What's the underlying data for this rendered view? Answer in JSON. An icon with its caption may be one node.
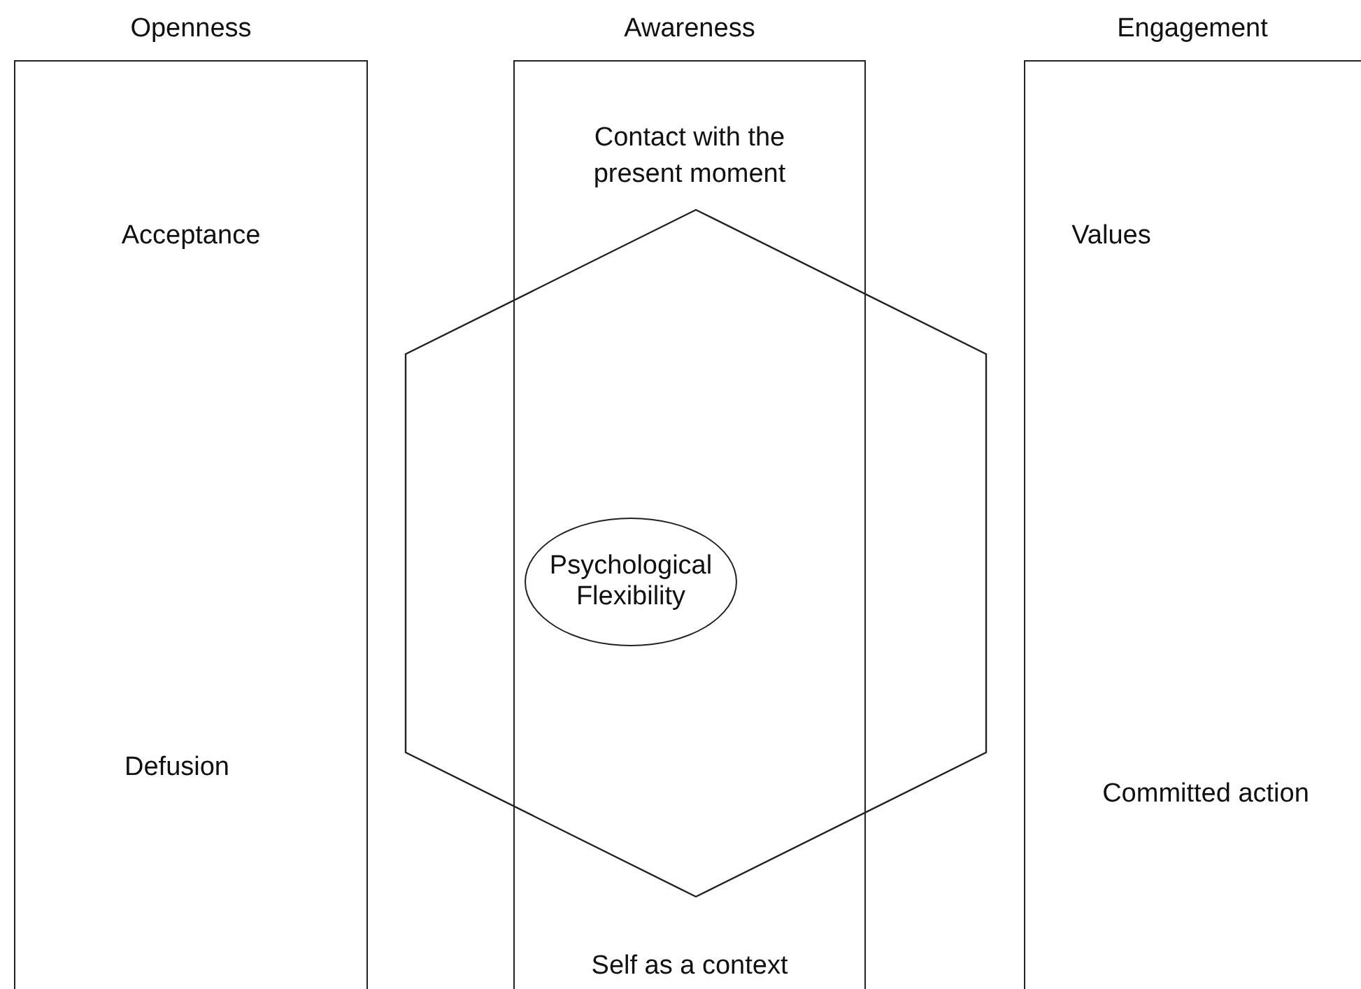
{
  "diagram": {
    "nodes": [
      {
        "text": [
          "Openness",
          "Acceptance",
          "Defusion"
        ]
      },
      {
        "text": [
          "Awareness",
          "Contact with the present moment",
          "Self as a context"
        ]
      },
      {
        "text": [
          "Engagement",
          "Values",
          "Committed action"
        ]
      },
      {
        "text": [],
        "shape": "hexagon"
      },
      {
        "text": [
          "Psychological Flexibility"
        ],
        "in": 3
      }
    ]
  }
}
